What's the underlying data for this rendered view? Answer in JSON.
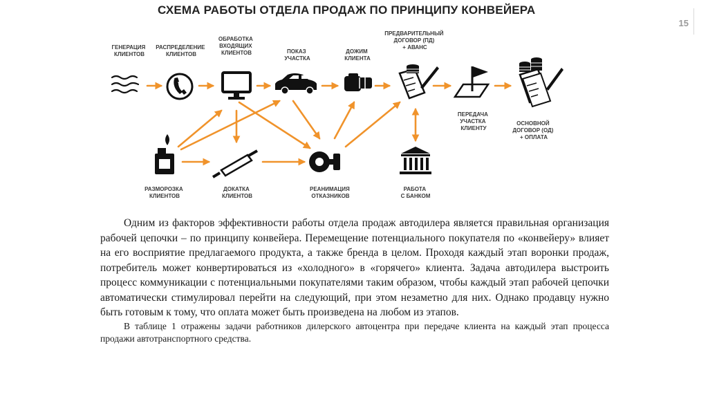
{
  "slide": {
    "title": "СХЕМА РАБОТЫ ОТДЕЛА ПРОДАЖ ПО ПРИНЦИПУ КОНВЕЙЕРА",
    "page_number": "15"
  },
  "diagram": {
    "accent_color": "#F0932B",
    "nodes": [
      {
        "id": "generation",
        "icon": "wind-icon",
        "label": [
          "ГЕНЕРАЦИЯ",
          "КЛИЕНТОВ"
        ]
      },
      {
        "id": "distribution",
        "icon": "phone-icon",
        "label": [
          "РАСПРЕДЕЛЕНИЕ",
          "КЛИЕНТОВ"
        ]
      },
      {
        "id": "processing",
        "icon": "monitor-icon",
        "label": [
          "ОБРАБОТКА",
          "ВХОДЯЩИХ",
          "КЛИЕНТОВ"
        ]
      },
      {
        "id": "showing",
        "icon": "car-icon",
        "label": [
          "ПОКАЗ",
          "УЧАСТКА"
        ]
      },
      {
        "id": "closing",
        "icon": "fist-icon",
        "label": [
          "ДОЖИМ",
          "КЛИЕНТА"
        ]
      },
      {
        "id": "prelim",
        "icon": "contract-money-icon",
        "label": [
          "ПРЕДВАРИТЕЛЬНЫЙ",
          "ДОГОВОР (ПД)",
          "+ АВАНС"
        ]
      },
      {
        "id": "transfer",
        "icon": "flag-icon",
        "label": [
          "ПЕРЕДАЧА",
          "УЧАСТКА",
          "КЛИЕНТУ"
        ]
      },
      {
        "id": "main",
        "icon": "documents-money-icon",
        "label": [
          "ОСНОВНОЙ",
          "ДОГОВОР (ОД)",
          "+ ОПЛАТА"
        ]
      },
      {
        "id": "defrost",
        "icon": "lighter-icon",
        "label": [
          "РАЗМОРОЗКА",
          "КЛИЕНТОВ"
        ]
      },
      {
        "id": "rolling",
        "icon": "rolling-pin-icon",
        "label": [
          "ДОКАТКА",
          "КЛИЕНТОВ"
        ]
      },
      {
        "id": "revival",
        "icon": "defibrillator-icon",
        "label": [
          "РЕАНИМАЦИЯ",
          "ОТКАЗНИКОВ"
        ]
      },
      {
        "id": "bank",
        "icon": "bank-icon",
        "label": [
          "РАБОТА",
          "С БАНКОМ"
        ]
      }
    ]
  },
  "body": {
    "paragraph_1": "Одним из факторов эффективности работы отдела продаж автодилера является правильная организация рабочей цепочки – по принципу конвейера. Перемещение потенциального покупателя по «конвейеру» влияет на его восприятие предлагаемого продукта, а также бренда в целом. Проходя каждый этап воронки продаж, потребитель может конвертироваться из «холодного» в «горячего» клиента. Задача автодилера выстроить процесс коммуникации с потенциальными покупателями таким образом, чтобы каждый этап рабочей цепочки автоматически стимулировал перейти на следующий, при этом незаметно для них. Однако продавцу нужно быть готовым к тому, что оплата может быть произведена на любом из этапов.",
    "paragraph_2": "В таблице 1 отражены задачи работников дилерского автоцентра при передаче клиента на каждый этап процесса продажи автотранспортного средства."
  }
}
